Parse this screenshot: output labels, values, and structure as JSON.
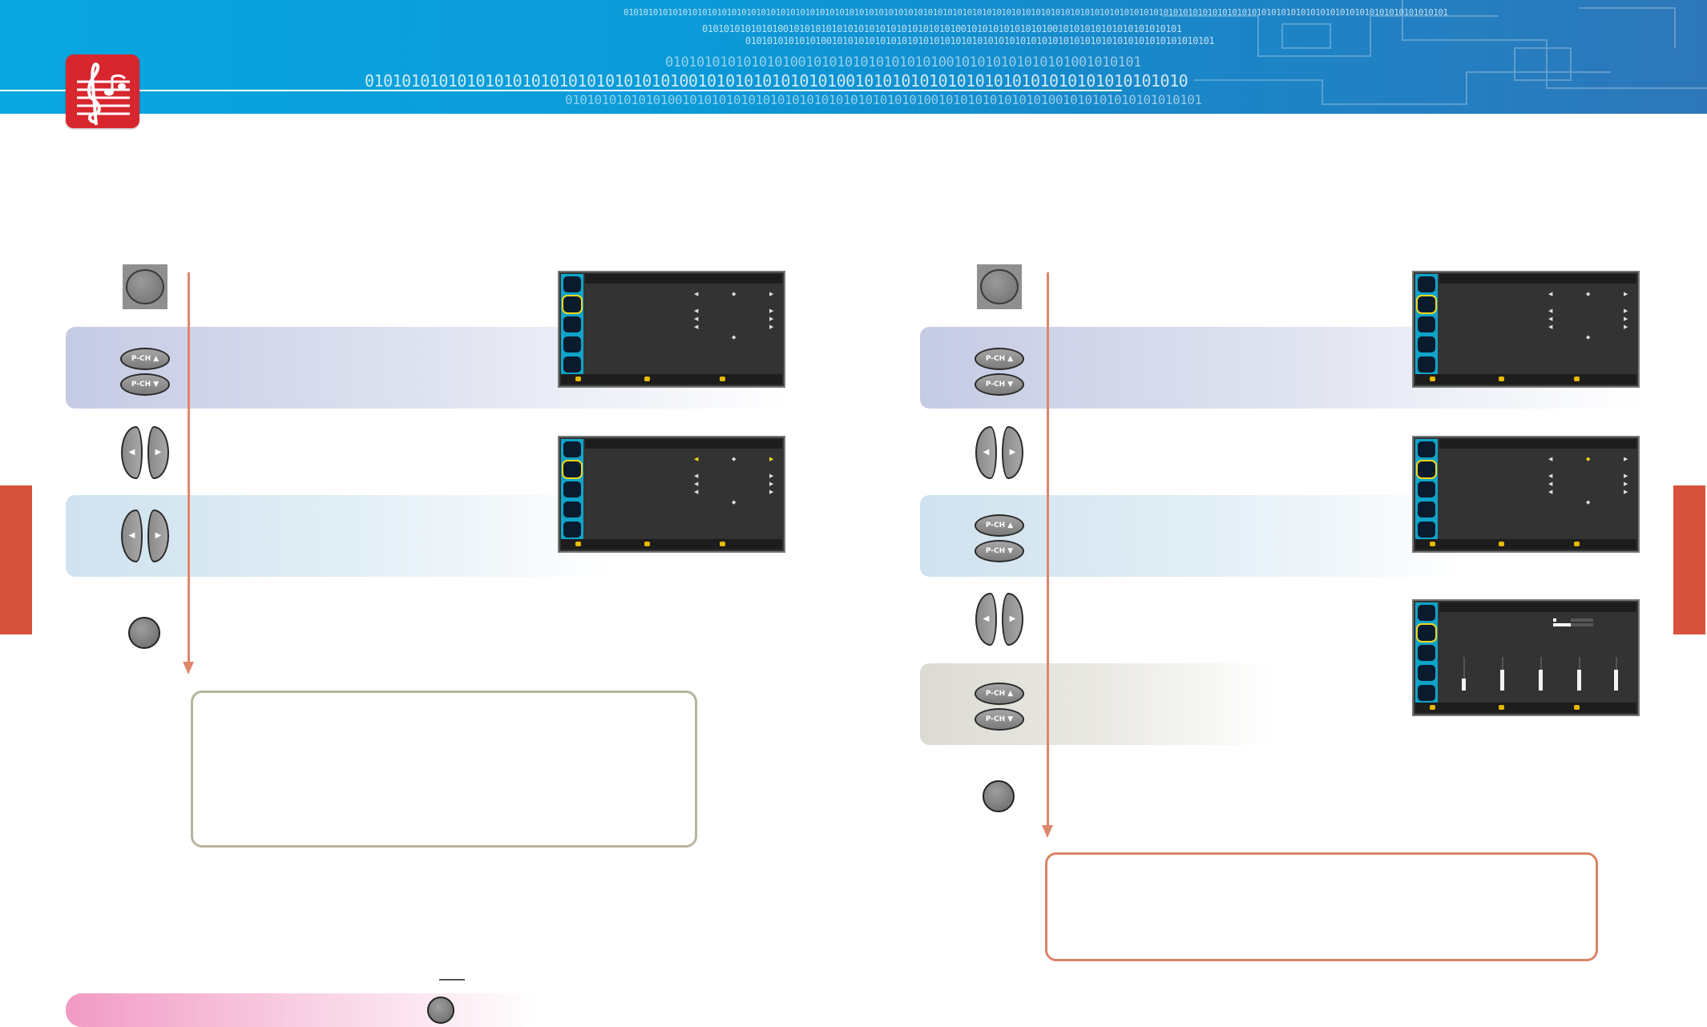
{
  "header": {
    "binary_rows": [
      "010101010101010101010101010101010101010101010101010101010101010101010101010101010101010101010101010101010101010101010101010101010101010101010101010101010101010101010101",
      "01010101010101001010101010101010101010101010101001010101010101010010101010101010101010101",
      "010101010101010010101010101010101010101010101010101010101010101010101010101010101010101",
      "0101010101010101001010101010101010100101010101010101001010101",
      "01010101010101010101010101010101010010101010101010100101010101010101010101010101010101010",
      "010101010101010010101010101010101010101010101010100101010101010101001010101010101010101"
    ],
    "badge_icon": "music-score-icon",
    "accent_color": "#d8262e",
    "header_color": "#0aa7e0"
  },
  "left_column": {
    "buttons": [
      "menu-button-icon",
      "program-channel-up-down-icon",
      "volume-left-right-icon",
      "volume-left-right-icon",
      "exit-button-icon"
    ],
    "flow_color": "#e0866c"
  },
  "right_column": {
    "buttons": [
      "menu-button-icon",
      "program-channel-up-down-icon",
      "volume-left-right-icon",
      "program-channel-up-down-icon",
      "volume-left-right-icon",
      "program-channel-up-down-icon",
      "exit-button-icon"
    ]
  },
  "remote": {
    "pch_up": "P-CH ▲",
    "pch_down": "P-CH ▼",
    "arrow_left": "◀",
    "arrow_right": "▶"
  },
  "osd": {
    "left_arrow": "◀",
    "right_arrow": "▶",
    "adjust_symbol": "◆",
    "screens": [
      {
        "id": "left-1",
        "selected_row": 0
      },
      {
        "id": "left-2",
        "selected_row": 0,
        "highlight": "right-arrow"
      },
      {
        "id": "right-1",
        "selected_row": 0
      },
      {
        "id": "right-2",
        "selected_row": 0,
        "highlight": "center"
      },
      {
        "id": "right-3",
        "type": "equalizer",
        "eq_levels": [
          0.35,
          0.62,
          0.62,
          0.62,
          0.62
        ]
      }
    ]
  },
  "bottom_strip": {
    "icon": "exit-button-icon"
  }
}
